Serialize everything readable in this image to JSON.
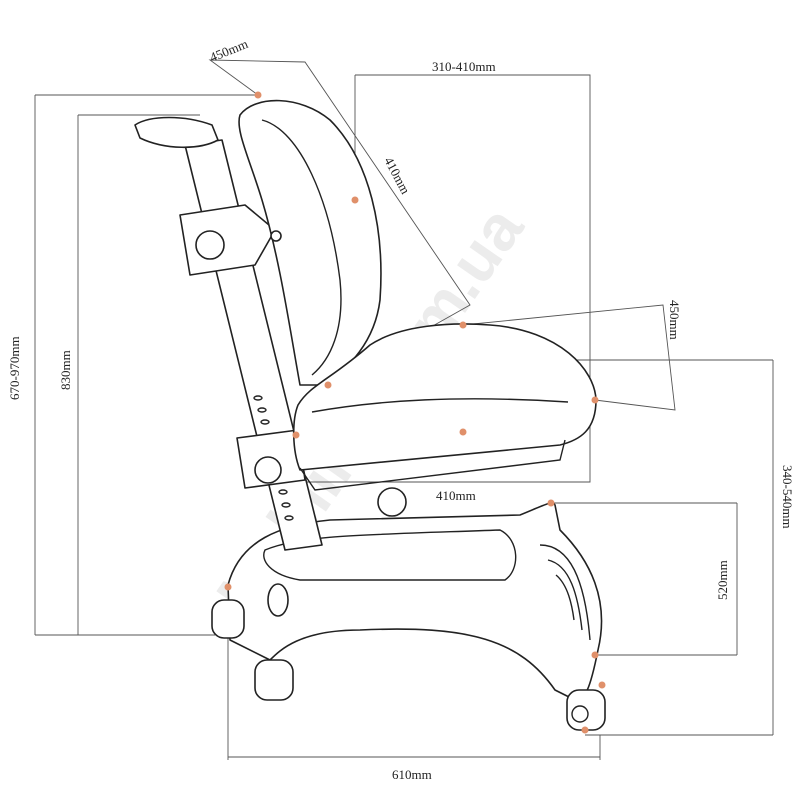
{
  "watermark": "Mebline.com.ua",
  "dimensions": {
    "backrest_width": "450mm",
    "backrest_depth_range": "310-410mm",
    "backrest_height": "410mm",
    "seat_depth": "450mm",
    "total_height_range": "670-970mm",
    "backrest_top_height": "830mm",
    "seat_width": "410mm",
    "seat_height_range": "340-540mm",
    "base_height": "520mm",
    "base_length": "610mm"
  },
  "colors": {
    "marker": "#e0906a",
    "line": "#222222"
  }
}
